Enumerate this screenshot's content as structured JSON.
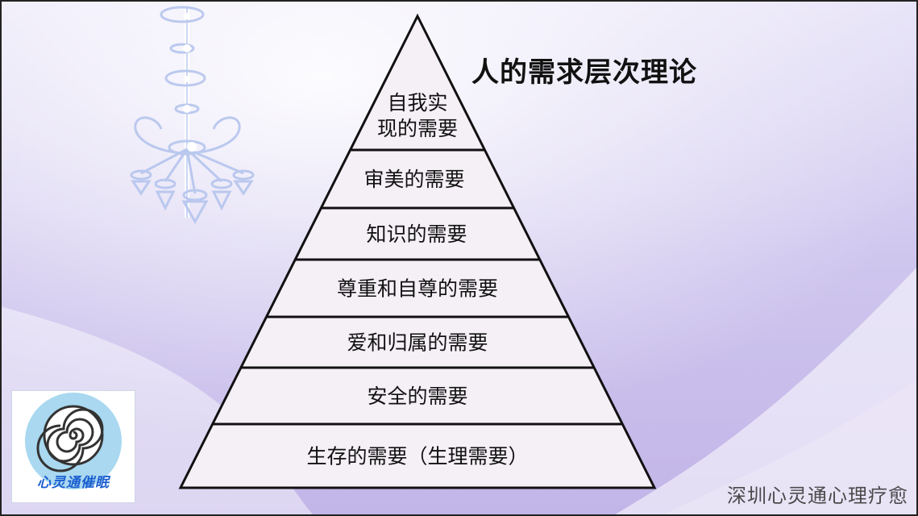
{
  "title": "人的需求层次理论",
  "levels": [
    {
      "label_lines": [
        "自我实",
        "现的需要"
      ]
    },
    {
      "label_lines": [
        "审美的需要"
      ]
    },
    {
      "label_lines": [
        "知识的需要"
      ]
    },
    {
      "label_lines": [
        "尊重和自尊的需要"
      ]
    },
    {
      "label_lines": [
        "爱和归属的需要"
      ]
    },
    {
      "label_lines": [
        "安全的需要"
      ]
    },
    {
      "label_lines": [
        "生存的需要（生理需要）"
      ]
    }
  ],
  "logo": {
    "text": "心灵通催眠"
  },
  "footer": {
    "text": "深圳心灵通心理疗愈"
  },
  "colors": {
    "pyramid_fill": "#f5eff6",
    "stroke": "#111111",
    "background": "#d9d3f3"
  }
}
